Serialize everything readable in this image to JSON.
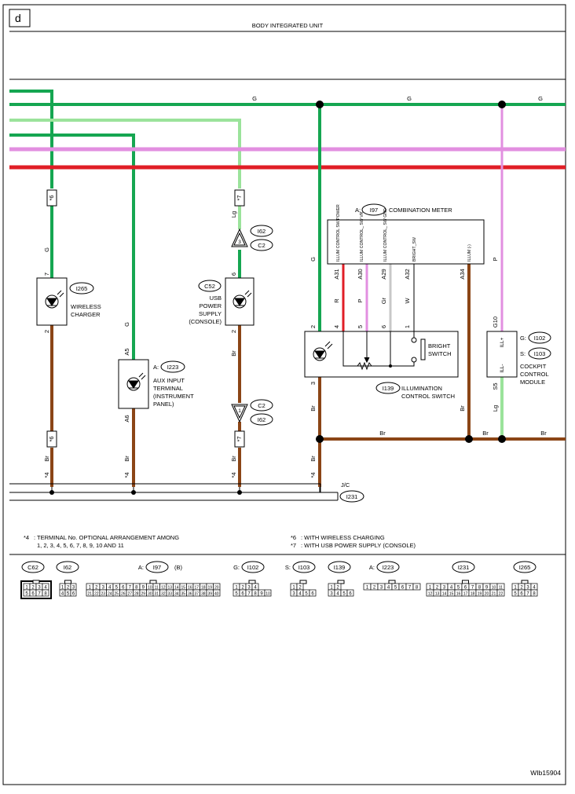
{
  "page_letter": "d",
  "title": "BODY INTEGRATED UNIT",
  "figure_code": "WIb15904",
  "colors": {
    "green": "#15a651",
    "light_green": "#9be39b",
    "pink": "#e28fe0",
    "red": "#e01e26",
    "brown": "#8b4516"
  },
  "wire_labels": {
    "g": "G",
    "lg": "Lg",
    "br": "Br",
    "r": "R",
    "p": "P",
    "gr": "Gr",
    "w": "W"
  },
  "marks": {
    "six": "*6",
    "seven": "*7",
    "four": "*4"
  },
  "combination_meter": {
    "prefix": "A:",
    "id": "I97",
    "name": "COMBINATION METER",
    "pins": [
      {
        "pin": "A31",
        "label": "ILLUM CONTROL SW POWER"
      },
      {
        "pin": "A30",
        "label": "ILLUM CONTROL_ SW VR"
      },
      {
        "pin": "A29",
        "label": "ILLUM CONTROL_ SW GND"
      },
      {
        "pin": "A32",
        "label": "BRIGHT_SW"
      },
      {
        "pin": "A34",
        "label": "ILLUM (-)"
      }
    ]
  },
  "illumination_switch": {
    "id": "I139",
    "name1": "ILLUMINATION",
    "name2": "CONTROL SWITCH",
    "bright1": "BRIGHT",
    "bright2": "SWITCH",
    "pins": [
      "2",
      "4",
      "5",
      "6",
      "1",
      "3"
    ]
  },
  "wireless_charger": {
    "id": "I265",
    "name1": "WIRELESS",
    "name2": "CHARGER",
    "pin_top": "7",
    "pin_bot": "2"
  },
  "aux_input": {
    "prefix": "A:",
    "id": "I223",
    "name1": "AUX INPUT",
    "name2": "TERMINAL",
    "name3": "(INSTRUMENT",
    "name4": "PANEL)",
    "pin_top": "A5",
    "pin_bot": "A6"
  },
  "usb_supply": {
    "id": "C52",
    "name1": "USB",
    "name2": "POWER",
    "name3": "SUPPLY",
    "name4": "(CONSOLE)",
    "pin_top": "6",
    "pin_bot": "2"
  },
  "connector_upper": {
    "id1": "I62",
    "id2": "C2",
    "pin": "3"
  },
  "connector_lower": {
    "id1": "C2",
    "id2": "I62",
    "pin": "1"
  },
  "cockpit_module": {
    "g_prefix": "G:",
    "g_id": "I102",
    "s_prefix": "S:",
    "s_id": "I103",
    "name1": "COCKPIT",
    "name2": "CONTROL",
    "name3": "MODULE",
    "pin_top": "G10",
    "pin_bot": "S5",
    "ill_plus": "ILL+",
    "ill_minus": "ILL-"
  },
  "junction": {
    "label": "J/C",
    "id": "I231"
  },
  "notes": {
    "n4_mark": "*4",
    "n4_line1": ": TERMINAL No. OPTIONAL ARRANGEMENT AMONG",
    "n4_line2": "1, 2, 3, 4, 5, 6, 7, 8, 9, 10 AND 11",
    "n6_mark": "*6",
    "n6_text": ": WITH WIRELESS CHARGING",
    "n7_mark": "*7",
    "n7_text": ": WITH USB POWER SUPPLY (CONSOLE)"
  },
  "connector_views": [
    {
      "label": "C62",
      "rows": [
        [
          "1",
          "2",
          "3",
          "4"
        ],
        [
          "5",
          "6",
          "7",
          "8"
        ]
      ]
    },
    {
      "label": "I62",
      "rows": [
        [
          "1",
          "2",
          "3"
        ],
        [
          "4",
          "5",
          "6"
        ]
      ]
    },
    {
      "prefix": "A:",
      "label": "I97",
      "suffix": "(B)",
      "rows": [
        [
          "1",
          "2",
          "3",
          "4",
          "5",
          "6",
          "7",
          "8",
          "9",
          "10",
          "11",
          "12",
          "13",
          "14",
          "15",
          "16",
          "17",
          "18",
          "19",
          "20"
        ],
        [
          "21",
          "22",
          "23",
          "24",
          "25",
          "26",
          "27",
          "28",
          "29",
          "30",
          "31",
          "32",
          "33",
          "34",
          "35",
          "36",
          "37",
          "38",
          "39",
          "40"
        ]
      ]
    },
    {
      "prefix": "G:",
      "label": "I102",
      "rows": [
        [
          "1",
          "2",
          "3",
          "4"
        ],
        [
          "5",
          "6",
          "7",
          "8",
          "9",
          "10"
        ]
      ]
    },
    {
      "prefix": "S:",
      "label": "I103",
      "rows": [
        [
          "1",
          "2"
        ],
        [
          "3",
          "4",
          "5",
          "6"
        ]
      ]
    },
    {
      "label": "I139",
      "rows": [
        [
          "1",
          "2"
        ],
        [
          "3",
          "4",
          "5",
          "6"
        ]
      ]
    },
    {
      "prefix": "A:",
      "label": "I223",
      "rows": [
        [
          "1",
          "2",
          "3",
          "4",
          "5",
          "6",
          "7",
          "8"
        ]
      ]
    },
    {
      "label": "I231",
      "rows": [
        [
          "1",
          "2",
          "3",
          "4",
          "5",
          "6",
          "7",
          "8",
          "9",
          "10",
          "11"
        ],
        [
          "12",
          "13",
          "14",
          "15",
          "16",
          "17",
          "18",
          "19",
          "20",
          "21",
          "22"
        ]
      ]
    },
    {
      "label": "I265",
      "rows": [
        [
          "1",
          "2",
          "3",
          "4"
        ],
        [
          "5",
          "6",
          "7",
          "8"
        ]
      ]
    }
  ]
}
